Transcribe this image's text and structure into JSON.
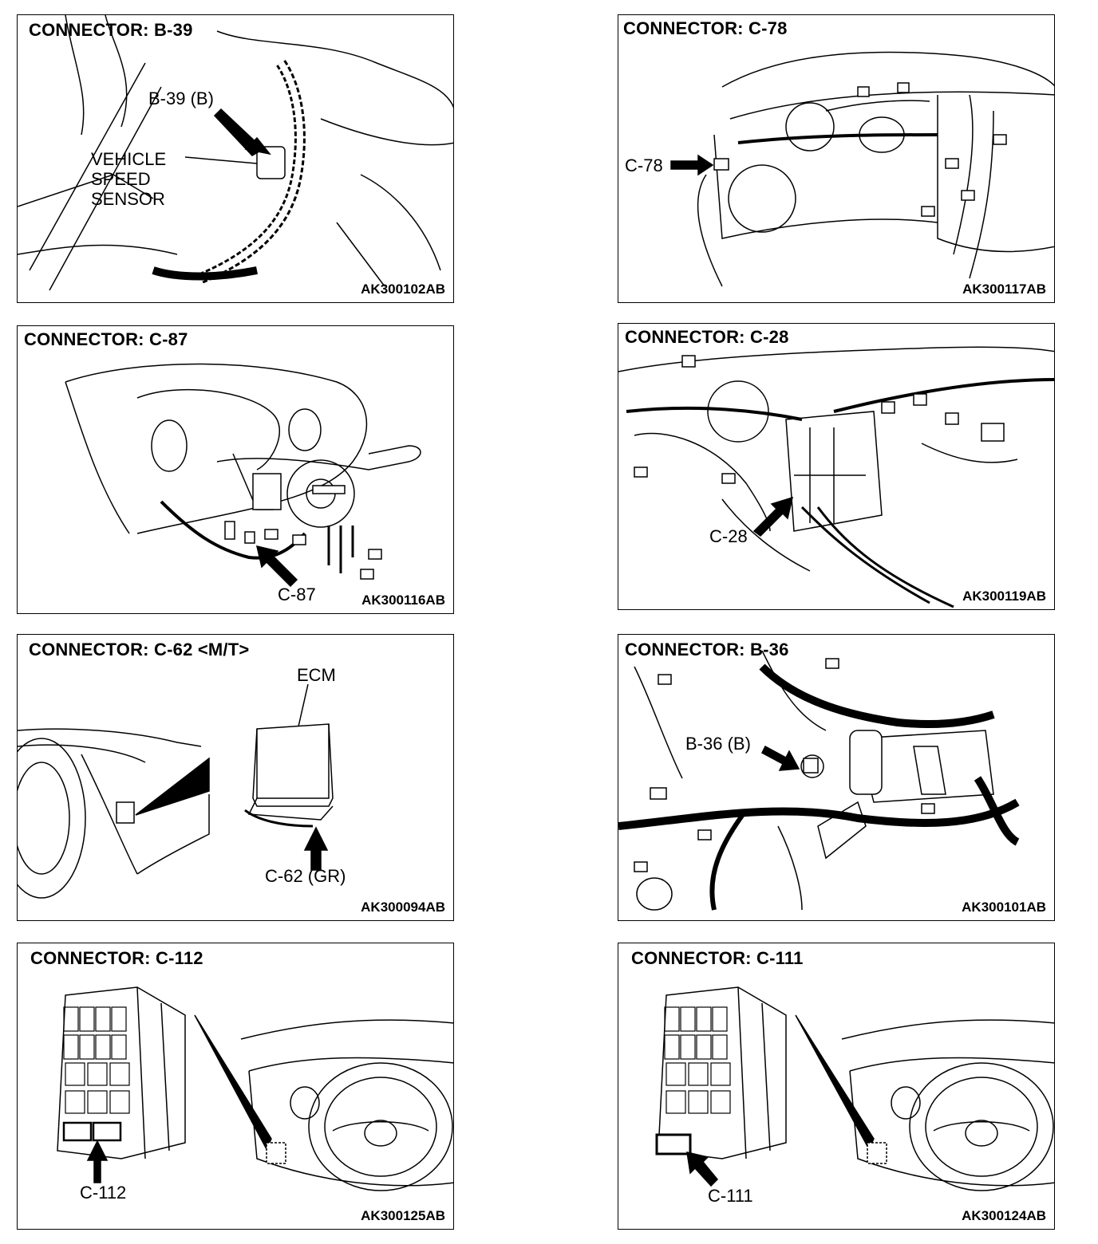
{
  "panels": [
    {
      "title": "CONNECTOR: B-39",
      "code": "AK300102AB",
      "labels": [
        "B-39 (B)",
        "VEHICLE",
        "SPEED",
        "SENSOR"
      ]
    },
    {
      "title": "CONNECTOR: C-78",
      "code": "AK300117AB",
      "labels": [
        "C-78"
      ]
    },
    {
      "title": "CONNECTOR: C-87",
      "code": "AK300116AB",
      "labels": [
        "C-87"
      ]
    },
    {
      "title": "CONNECTOR: C-28",
      "code": "AK300119AB",
      "labels": [
        "C-28"
      ]
    },
    {
      "title": "CONNECTOR: C-62 <M/T>",
      "code": "AK300094AB",
      "labels": [
        "ECM",
        "C-62 (GR)"
      ]
    },
    {
      "title": "CONNECTOR: B-36",
      "code": "AK300101AB",
      "labels": [
        "B-36 (B)"
      ]
    },
    {
      "title": "CONNECTOR: C-112",
      "code": "AK300125AB",
      "labels": [
        "C-112"
      ]
    },
    {
      "title": "CONNECTOR: C-111",
      "code": "AK300124AB",
      "labels": [
        "C-111"
      ]
    }
  ]
}
